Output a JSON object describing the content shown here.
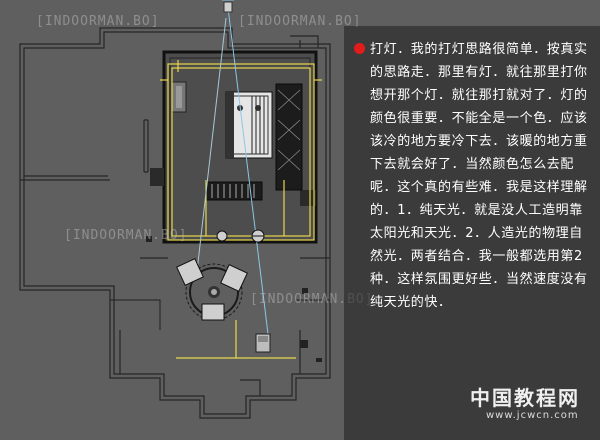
{
  "panel": {
    "body": "打灯．我的打灯思路很简单．按真实的思路走．那里有灯．就往那里打你想开那个灯．就往那打就对了．灯的颜色很重要．不能全是一个色．应该该冷的地方要冷下去．该暖的地方重下去就会好了．当然颜色怎么去配呢．这个真的有些难．我是这样理解的．1．纯天光．就是没人工造明靠太阳光和天光．2．人造光的物理自然光．两者结合．我一般都选用第2种．这样氛围更好些．当然速度没有纯天光的快．",
    "bullet_color": "#e31b1b"
  },
  "watermarks": {
    "logo": "中国教程网",
    "url": "www.jcwcn.com",
    "stamp": "[INDOORMAN.BO]"
  },
  "colors": {
    "background": "#5f5f5f",
    "wall": "#1a1a1a",
    "selection": "#e8d84a",
    "light_line": "#8ac8e8"
  }
}
